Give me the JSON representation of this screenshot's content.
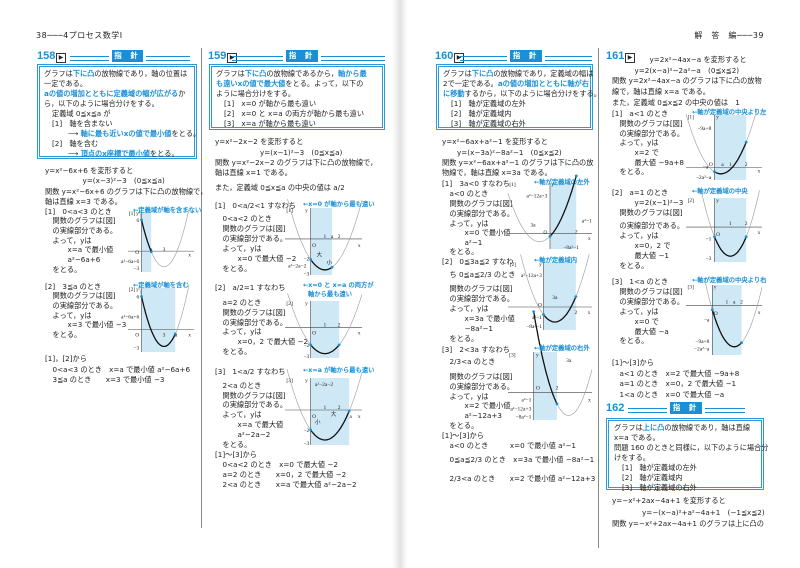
{
  "header": {
    "left_page": "38",
    "left_title": "4プロセス数学Ⅰ",
    "right_title": "解　答　編",
    "right_page": "39"
  },
  "colors": {
    "accent": "#1a8fd6",
    "band": "#cfe8f6",
    "box_border": "#2a9ad8"
  },
  "icons": {
    "play": "play-box-icon",
    "arrow": "left-arrow-icon"
  },
  "problems": {
    "p158": {
      "number": "158",
      "hint_label": "指 針",
      "hint": [
        [
          "グラフは",
          "下に凸",
          "の放物線であり，軸の位置は"
        ],
        [
          "一定である。"
        ],
        [
          "",
          "aの値の増加とともに定義域の幅が広がる",
          "か"
        ],
        [
          "ら，以下のように場合分けをする。"
        ],
        [
          "定義域 0≦x≦a が"
        ],
        [
          "[1]　軸を含まない"
        ],
        [
          "⟶ ",
          "軸に最も近いxの値で最小値",
          "をとる。"
        ],
        [
          "[2]　軸を含む"
        ],
        [
          "⟶ ",
          "頂点のx座標で最小値",
          "をとる。"
        ]
      ],
      "body": [
        "y=x²−6x+6 を変形すると",
        "y=(x−3)²−3　(0≦x≦a)",
        "関数 y=x²−6x+6 のグラフは下に凸の放物線で，",
        "軸は直線 x=3 である。",
        "[1]　0<a<3 のとき",
        "関数のグラフは[図]",
        "の実線部分である。",
        "よって，yは",
        "x=a で最小値",
        "a²−6a+6",
        "をとる。",
        "[2]　3≦a のとき",
        "関数のグラフは[図]",
        "の実線部分である。",
        "よって，yは",
        "x=3 で最小値 −3",
        "をとる。",
        "[1]，[2]から",
        "0<a<3 のとき　x=a で最小値 a²−6a+6",
        "3≦a のとき　　x=3 で最小値 −3"
      ],
      "notes": [
        "←定義域が軸を含まない",
        "←定義域が軸を含む"
      ],
      "graphs": [
        {
          "labels": [
            "[1]",
            "y",
            "6",
            "O",
            "a",
            "3",
            "x",
            "a²−6a+6",
            "−3"
          ]
        },
        {
          "labels": [
            "[2]",
            "y",
            "6",
            "a²−6a+6",
            "O",
            "3",
            "a",
            "x",
            "−3"
          ]
        }
      ]
    },
    "p159": {
      "number": "159",
      "hint_label": "指 針",
      "hint": [
        [
          "グラフは",
          "下に凸",
          "の放物線であるから，",
          "軸から最"
        ],
        [
          "",
          "も遠いxの値で最大値",
          "をとる。よって，以下の"
        ],
        [
          "ように場合分けをする。"
        ],
        [
          "[1]　x=0 が軸から最も遠い"
        ],
        [
          "[2]　x=0 と x=a の両方が軸から最も遠い"
        ],
        [
          "[3]　x=a が軸から最も遠い"
        ]
      ],
      "body": [
        "y=x²−2x−2 を変形すると",
        "y=(x−1)²−3　(0≦x≦a)",
        "関数 y=x²−2x−2 のグラフは下に凸の放物線で，",
        "軸は直線 x=1 である。",
        "また，定義域 0≦x≦a の中央の値は a/2",
        "[1]　0<a/2<1 すなわち",
        "0<a<2 のとき",
        "関数のグラフは[図]",
        "の実線部分である。",
        "よって，yは",
        "x=0 で最大値 −2",
        "をとる。",
        "[2]　a/2=1 すなわち",
        "a=2 のとき",
        "関数のグラフは[図]",
        "の実線部分である。",
        "よって，yは",
        "x=0，2 で最大値 −2",
        "をとる。",
        "[3]　1<a/2 すなわち",
        "2<a のとき",
        "関数のグラフは[図]",
        "の実線部分である。",
        "よって，yは",
        "x=a で最大値",
        "a²−2a−2",
        "をとる。",
        "[1]〜[3]から",
        "0<a<2 のとき　x=0 で最大値 −2",
        "a=2 のとき　　x=0，2 で最大値 −2",
        "2<a のとき　　x=a で最大値 a²−2a−2"
      ],
      "notes": [
        "←x=0 が軸から最も遠い",
        "←x=0 と x=a の両方が",
        "軸から最も遠い",
        "←x=a が軸から最も遠い"
      ],
      "graphs": [
        {
          "labels": [
            "[1]",
            "y",
            "O",
            "1",
            "a",
            "2",
            "x",
            "−2",
            "a²−2a−2",
            "−3",
            "大",
            "小"
          ]
        },
        {
          "labels": [
            "[2]",
            "y",
            "O",
            "1",
            "2",
            "x",
            "−2",
            "−3"
          ]
        },
        {
          "labels": [
            "[3]",
            "y",
            "a²−2a−2",
            "O",
            "1",
            "2",
            "a",
            "x",
            "大",
            "小",
            "−2",
            "−3"
          ]
        }
      ]
    },
    "p160": {
      "number": "160",
      "hint_label": "指 針",
      "hint": [
        [
          "グラフは",
          "下に凸",
          "の放物線であり，定義域の幅は"
        ],
        [
          "2で一定である。",
          "aの値の増加とともに軸が右"
        ],
        [
          "",
          "に移動",
          "するから，以下のように場合分けをする。"
        ],
        [
          "[1]　軸が定義域の左外"
        ],
        [
          "[2]　軸が定義域内"
        ],
        [
          "[3]　軸が定義域の右外"
        ]
      ],
      "body": [
        "y=x²−6ax+a²−1 を変形すると",
        "y=(x−3a)²−8a²−1　(0≦x≦2)",
        "関数 y=x²−6ax+a²−1 のグラフは下に凸の放",
        "物線で，軸は直線 x=3a である。",
        "[1]　3a<0 すなわち",
        "a<0 のとき",
        "関数のグラフは[図]",
        "の実線部分である。",
        "よって，yは",
        "x=0 で最小値",
        "a²−1",
        "をとる。",
        "[2]　0≦3a≦2 すなわ",
        "ち 0≦a≦2/3 のとき",
        "関数のグラフは[図]",
        "の実線部分である。",
        "よって，yは",
        "x=3a で最小値",
        "−8a²−1",
        "をとる。",
        "[3]　2<3a すなわち",
        "2/3<a のとき",
        "関数のグラフは[図]",
        "の実線部分である。",
        "よって，yは",
        "x=2 で最小値",
        "a²−12a+3",
        "をとる。",
        "[1]〜[3]から",
        "a<0 のとき　　　x=0 で最小値 a²−1",
        "0≦a≦2/3 のとき　x=3a で最小値 −8a²−1",
        "2/3<a のとき　　x=2 で最小値 a²−12a+3"
      ],
      "notes": [
        "←軸が定義域の左外",
        "←軸が定義域内",
        "←軸が定義域の右外"
      ],
      "graphs": [
        {
          "labels": [
            "[1]",
            "y",
            "a²−12a+3",
            "3a",
            "O",
            "2",
            "a²−1",
            "x",
            "−8a²−1"
          ]
        },
        {
          "labels": [
            "[2]",
            "y",
            "a²−12a+3",
            "3a",
            "O",
            "2",
            "x",
            "a²−1",
            "−8a²−1"
          ]
        },
        {
          "labels": [
            "[3]",
            "y",
            "3a",
            "O",
            "2",
            "x",
            "a²−1",
            "a²−12a+3",
            "−8a²−1"
          ]
        }
      ]
    },
    "p161": {
      "number": "161",
      "body": [
        "y=2x²−4ax−a を変形すると",
        "y=2(x−a)²−2a²−a　(0≦x≦2)",
        "関数 y=2x²−4ax−a のグラフは下に凸の放物",
        "線で，軸は直線 x=a である。",
        "また，定義域 0≦x≦2 の中央の値は　1",
        "[1]　a<1 のとき",
        "関数のグラフは[図]",
        "の実線部分である。",
        "よって，yは",
        "x=2 で",
        "最大値 −9a+8",
        "をとる。",
        "[2]　a=1 のとき",
        "y=2(x−1)²−3",
        "関数のグラフは[図]",
        "の実線部分である。",
        "よって，yは",
        "x=0，2 で",
        "最大値 −1",
        "をとる。",
        "[3]　1<a のとき",
        "関数のグラフは[図]",
        "の実線部分である。",
        "よって，yは",
        "x=0 で",
        "最大値 −a",
        "をとる。",
        "[1]〜[3]から",
        "a<1 のとき　x=2 で最大値 −9a+8",
        "a=1 のとき　x=0，2 で最大値 −1",
        "1<a のとき　x=0 で最大値 −a"
      ],
      "notes": [
        "←軸が定義域の中央より左",
        "←軸が定義域の中央",
        "←軸が定義域の中央より右"
      ],
      "graphs": [
        {
          "labels": [
            "[1]",
            "y",
            "−9a+8",
            "O",
            "a",
            "1",
            "2",
            "x",
            "−a",
            "−2a²−a"
          ]
        },
        {
          "labels": [
            "[2]",
            "y",
            "1",
            "2",
            "O",
            "x",
            "−1",
            "−3"
          ]
        },
        {
          "labels": [
            "[3]",
            "y",
            "1",
            "a",
            "2",
            "O",
            "x",
            "−a",
            "−9a+8",
            "−2a²−a"
          ]
        }
      ]
    },
    "p162": {
      "number": "162",
      "hint_label": "指 針",
      "hint": [
        [
          "グラフは",
          "上に凸",
          "の放物線であり，軸は直線"
        ],
        [
          "x=a である。"
        ],
        [
          "問題 160 のときと同様に，以下のように場合分"
        ],
        [
          "けをする。"
        ],
        [
          "[1]　軸が定義域の左外"
        ],
        [
          "[2]　軸が定義域内"
        ],
        [
          "[3]　軸が定義域の右外"
        ]
      ],
      "body": [
        "y=−x²+2ax−4a+1 を変形すると",
        "y=−(x−a)²+a²−4a+1　(−1≦x≦2)",
        "関数 y=−x²+2ax−4a+1 のグラフは上に凸の"
      ]
    }
  }
}
